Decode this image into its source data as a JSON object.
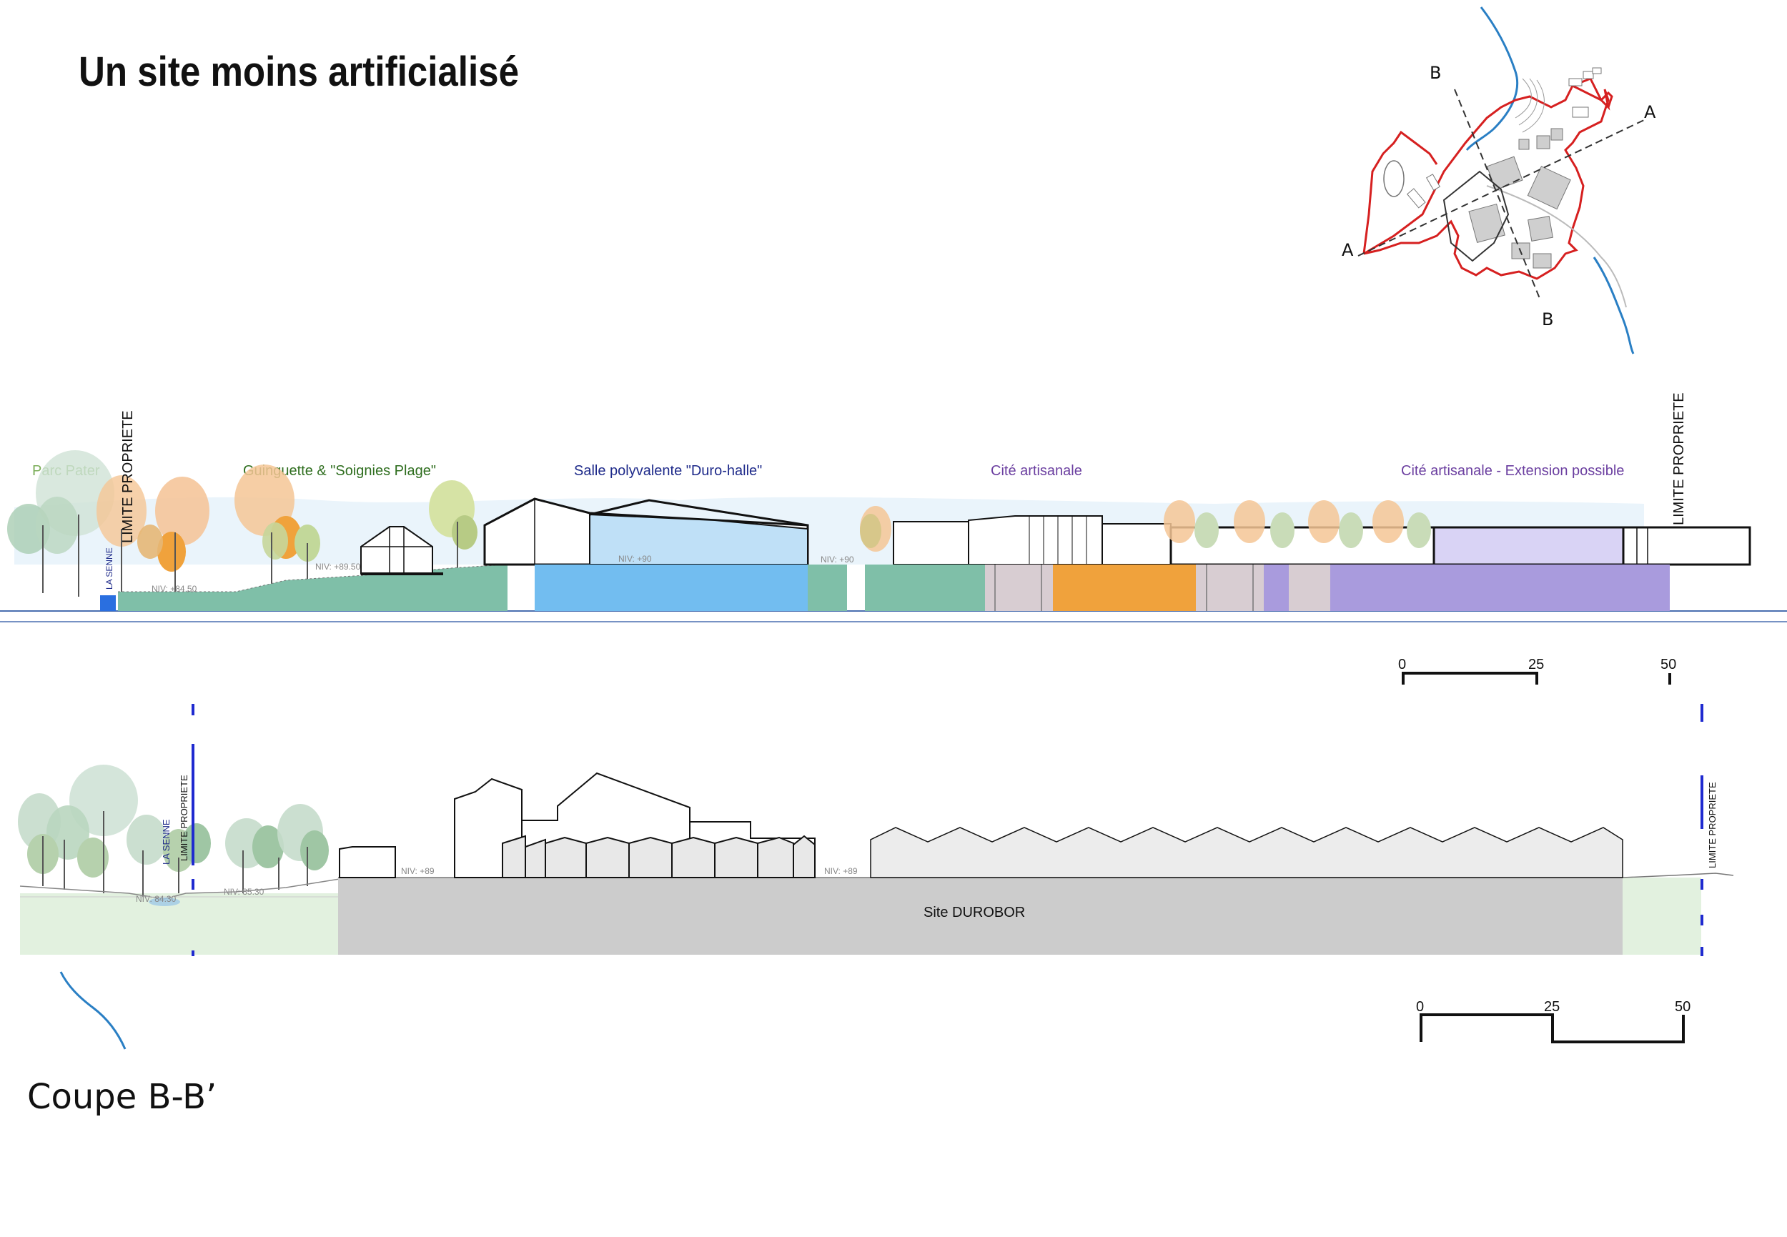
{
  "page": {
    "title": "Un site moins artificialisé",
    "caption": "Coupe B-B’"
  },
  "keymap": {
    "labels": [
      "B",
      "A",
      "A",
      "B"
    ]
  },
  "section_a": {
    "zones": [
      {
        "label": "Parc Pater",
        "color": "#7cae5a"
      },
      {
        "label": "Guinguette & \"Soignies Plage\"",
        "color": "#2f6e1f"
      },
      {
        "label": "Salle polyvalente \"Duro-halle\"",
        "color": "#1e2a8a"
      },
      {
        "label": "Cité artisanale",
        "color": "#6b3fa0"
      },
      {
        "label": "Cité artisanale - Extension possible",
        "color": "#6b3fa0"
      }
    ],
    "limite_left": "LIMITE PROPRIETE",
    "limite_right": "LIMITE PROPRIETE",
    "river": "LA SENNE",
    "levels": [
      "NIV: +84.50",
      "NIV: +89.50",
      "NIV: +90",
      "NIV: +90"
    ]
  },
  "scale_a": {
    "ticks": [
      "0",
      "25",
      "50"
    ]
  },
  "section_b": {
    "limite_left": "LIMITE PROPRIETE",
    "limite_right": "LIMITE PROPRIETE",
    "river": "LA SENNE",
    "levels": [
      "NIV: 84.30",
      "NIV: 85.30",
      "NIV: +89",
      "NIV: +89"
    ],
    "site_label": "Site DUROBOR"
  },
  "scale_b": {
    "ticks": [
      "0",
      "25",
      "50"
    ]
  },
  "colors": {
    "green_ground": "#7fbfa8",
    "blue_hall": "#72bdf0",
    "blue_hall_light": "#bfe0f7",
    "orange": "#f0a23c",
    "mauve": "#d8cdd2",
    "violet": "#a99bdd",
    "violet_light": "#d9d3f5",
    "grey_site": "#cccccc",
    "light_green": "#e2f1df",
    "river": "#2a7fc4",
    "boundary": "#d62020"
  }
}
